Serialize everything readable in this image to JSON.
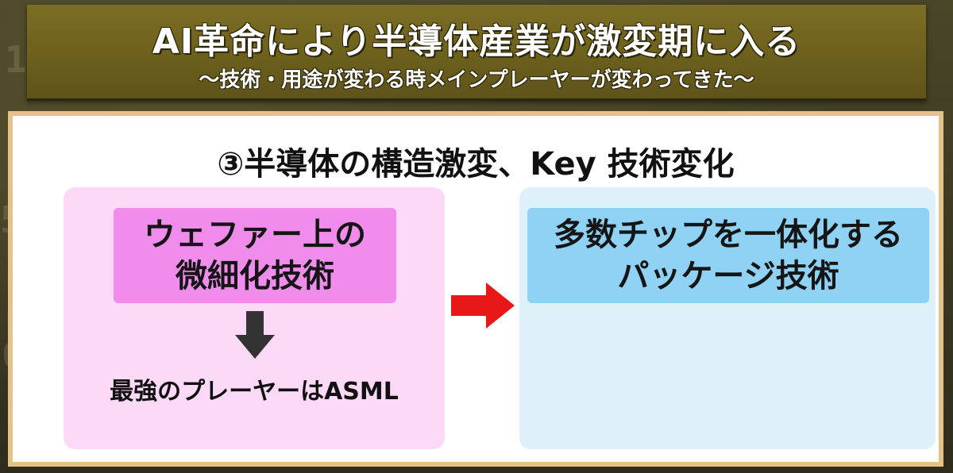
{
  "header": {
    "title": "AI革命により半導体産業が激変期に入る",
    "subtitle": "〜技術・用途が変わる時メインプレーヤーが変わってきた〜"
  },
  "panel": {
    "heading": "③半導体の構造激変、Key 技術変化",
    "left": {
      "label_lines": [
        "ウェファー上の",
        "微細化技術"
      ],
      "result": "最強のプレーヤーはASML",
      "arrow_icon": "down-arrow-icon"
    },
    "transition_arrow_icon": "right-arrow-icon",
    "right": {
      "label_lines": [
        "多数チップを一体化する",
        "パッケージ技術"
      ]
    }
  },
  "colors": {
    "header_bg": "#6c601c",
    "panel_border": "#e4c28a",
    "left_col_bg": "#fcd9f6",
    "left_label_bg": "#f08cec",
    "right_col_bg": "#def0fa",
    "right_label_bg": "#8fd2f4",
    "transition_arrow": "#e81818",
    "down_arrow": "#333333"
  }
}
